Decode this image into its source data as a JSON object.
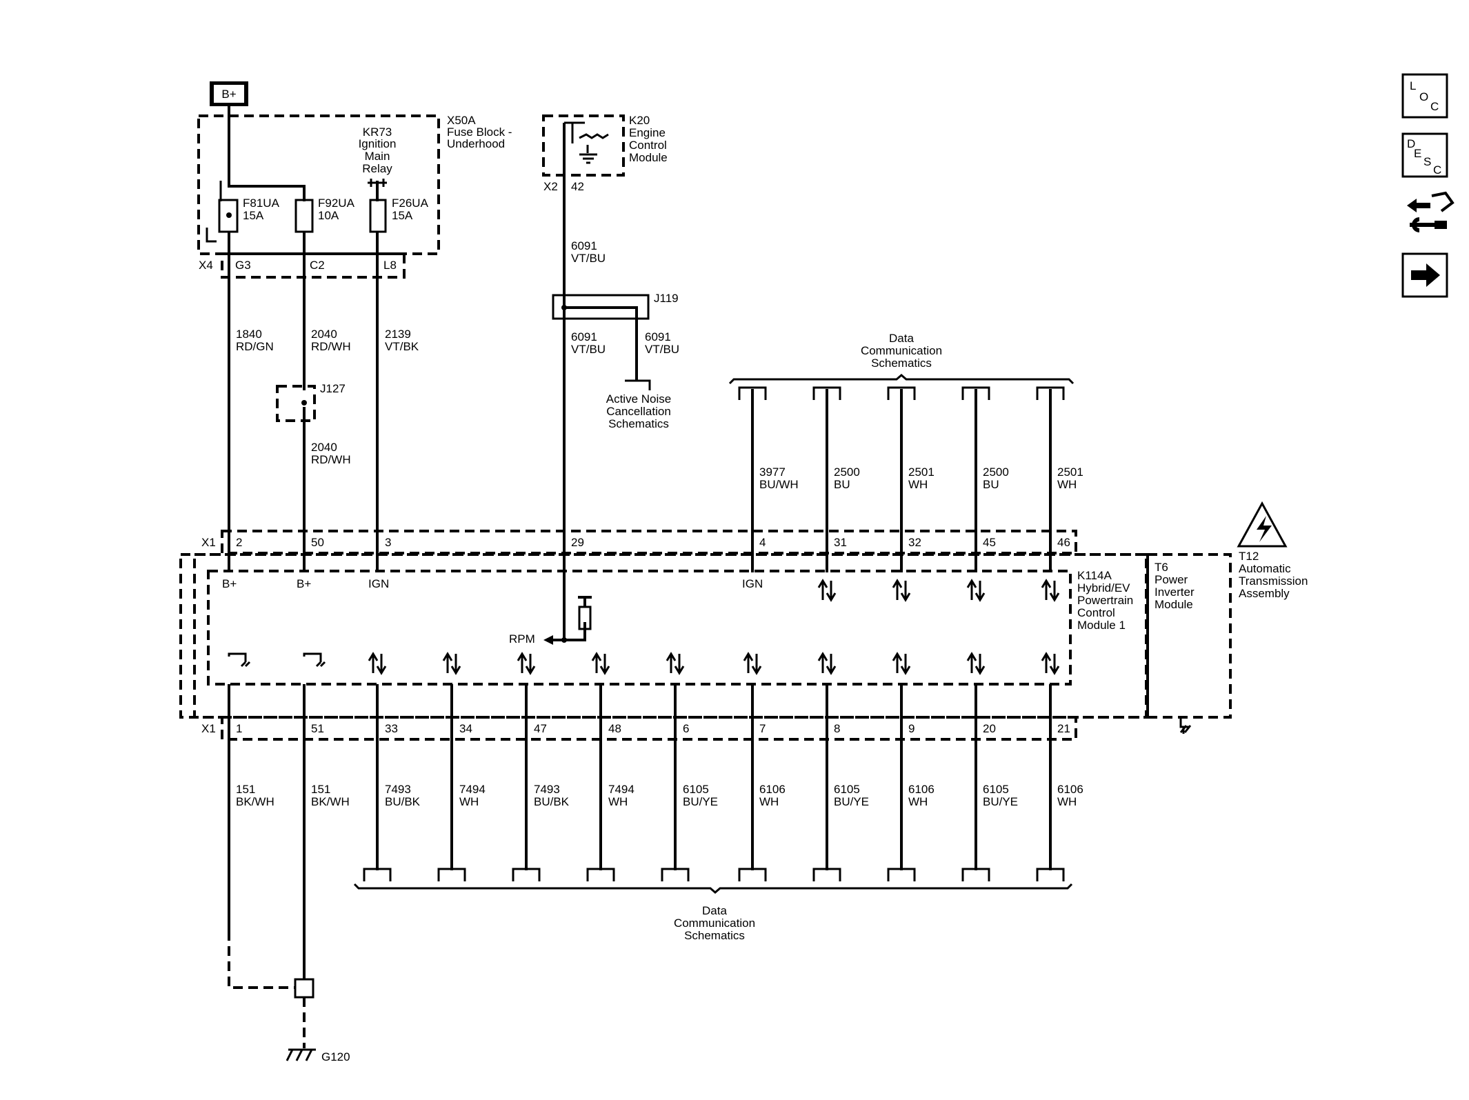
{
  "battery_label": "B+",
  "fuse_block": {
    "name": "X50A",
    "desc": [
      "Fuse Block -",
      "Underhood"
    ],
    "relay": [
      "KR73",
      "Ignition",
      "Main",
      "Relay"
    ],
    "fuses": [
      {
        "name": "F81UA",
        "rating": "15A",
        "pin": "G3"
      },
      {
        "name": "F92UA",
        "rating": "10A",
        "pin": "C2"
      },
      {
        "name": "F26UA",
        "rating": "15A",
        "pin": "L8"
      }
    ],
    "connector": "X4"
  },
  "ecm": {
    "name": "K20",
    "desc": [
      "Engine",
      "Control",
      "Module"
    ],
    "connector": "X2",
    "pin": "42"
  },
  "splice_j119": "J119",
  "splice_j127": "J127",
  "top_wires": [
    {
      "circuit": "1840",
      "color": "RD/GN"
    },
    {
      "circuit": "2040",
      "color": "RD/WH"
    },
    {
      "circuit": "2139",
      "color": "VT/BK"
    },
    {
      "circuit": "2040",
      "color": "RD/WH"
    },
    {
      "circuit": "6091",
      "color": "VT/BU"
    },
    {
      "circuit": "6091",
      "color": "VT/BU"
    },
    {
      "circuit": "6091",
      "color": "VT/BU"
    }
  ],
  "anc_ref": [
    "Active Noise",
    "Cancellation",
    "Schematics"
  ],
  "data_comm_top": [
    "Data",
    "Communication",
    "Schematics"
  ],
  "data_comm_bottom": [
    "Data",
    "Communication",
    "Schematics"
  ],
  "top_data_wires": [
    {
      "circuit": "3977",
      "color": "BU/WH"
    },
    {
      "circuit": "2500",
      "color": "BU"
    },
    {
      "circuit": "2501",
      "color": "WH"
    },
    {
      "circuit": "2500",
      "color": "BU"
    },
    {
      "circuit": "2501",
      "color": "WH"
    }
  ],
  "x1_top": {
    "connector": "X1",
    "pins": [
      "2",
      "50",
      "3",
      "29",
      "4",
      "31",
      "32",
      "45",
      "46"
    ]
  },
  "internal_labels": {
    "bplus1": "B+",
    "bplus2": "B+",
    "ign1": "IGN",
    "ign2": "IGN",
    "rpm": "RPM"
  },
  "pcm": {
    "name": "K114A",
    "desc": [
      "Hybrid/EV",
      "Powertrain",
      "Control",
      "Module 1"
    ]
  },
  "t6": {
    "name": "T6",
    "desc": [
      "Power",
      "Inverter",
      "Module"
    ]
  },
  "t12": {
    "name": "T12",
    "desc": [
      "Automatic",
      "Transmission",
      "Assembly"
    ]
  },
  "x1_bottom": {
    "connector": "X1",
    "pins": [
      "1",
      "51",
      "33",
      "34",
      "47",
      "48",
      "6",
      "7",
      "8",
      "9",
      "20",
      "21"
    ]
  },
  "bottom_wires": [
    {
      "circuit": "151",
      "color": "BK/WH"
    },
    {
      "circuit": "151",
      "color": "BK/WH"
    },
    {
      "circuit": "7493",
      "color": "BU/BK"
    },
    {
      "circuit": "7494",
      "color": "WH"
    },
    {
      "circuit": "7493",
      "color": "BU/BK"
    },
    {
      "circuit": "7494",
      "color": "WH"
    },
    {
      "circuit": "6105",
      "color": "BU/YE"
    },
    {
      "circuit": "6106",
      "color": "WH"
    },
    {
      "circuit": "6105",
      "color": "BU/YE"
    },
    {
      "circuit": "6106",
      "color": "WH"
    },
    {
      "circuit": "6105",
      "color": "BU/YE"
    },
    {
      "circuit": "6106",
      "color": "WH"
    }
  ],
  "ground": "G120",
  "side_buttons": [
    {
      "name": "loc-icon",
      "letters": [
        "L",
        "O",
        "C"
      ]
    },
    {
      "name": "desc-icon",
      "letters": [
        "D",
        "E",
        "S",
        "C"
      ]
    },
    {
      "name": "connector-repair-icon"
    },
    {
      "name": "next-arrow-icon"
    }
  ]
}
